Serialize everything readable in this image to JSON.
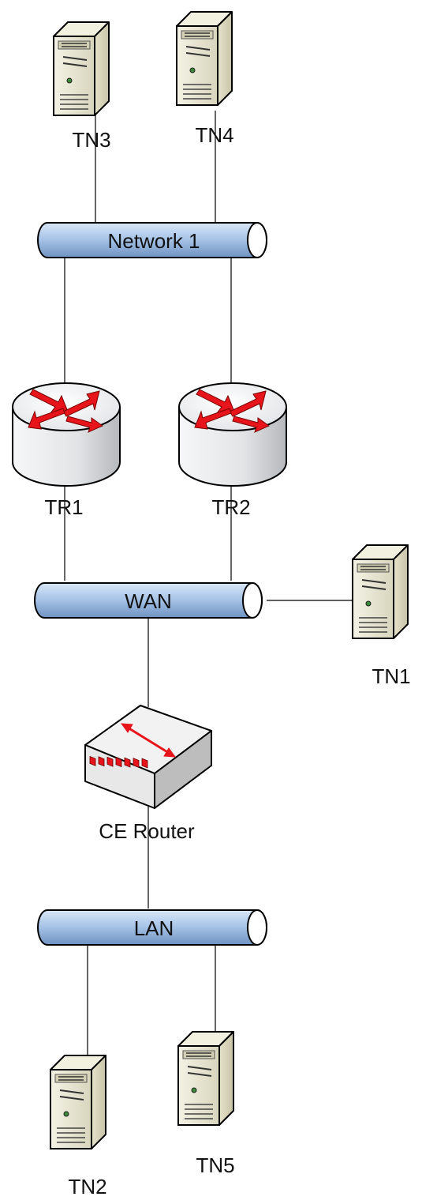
{
  "buses": {
    "network1": "Network 1",
    "wan": "WAN",
    "lan": "LAN"
  },
  "nodes": {
    "tn1": "TN1",
    "tn2": "TN2",
    "tn3": "TN3",
    "tn4": "TN4",
    "tn5": "TN5",
    "tr1": "TR1",
    "tr2": "TR2",
    "ce_router": "CE Router"
  },
  "icons": {
    "server": "server-icon",
    "router": "router-icon",
    "switch": "switch-icon",
    "bus": "network-bus-icon"
  },
  "colors": {
    "bus_fill": "#a9c5e8",
    "bus_stroke": "#1c2a44",
    "arrow": "#e8141c",
    "server_fill": "#e4e2cf",
    "router_fill": "#e9ebec"
  }
}
